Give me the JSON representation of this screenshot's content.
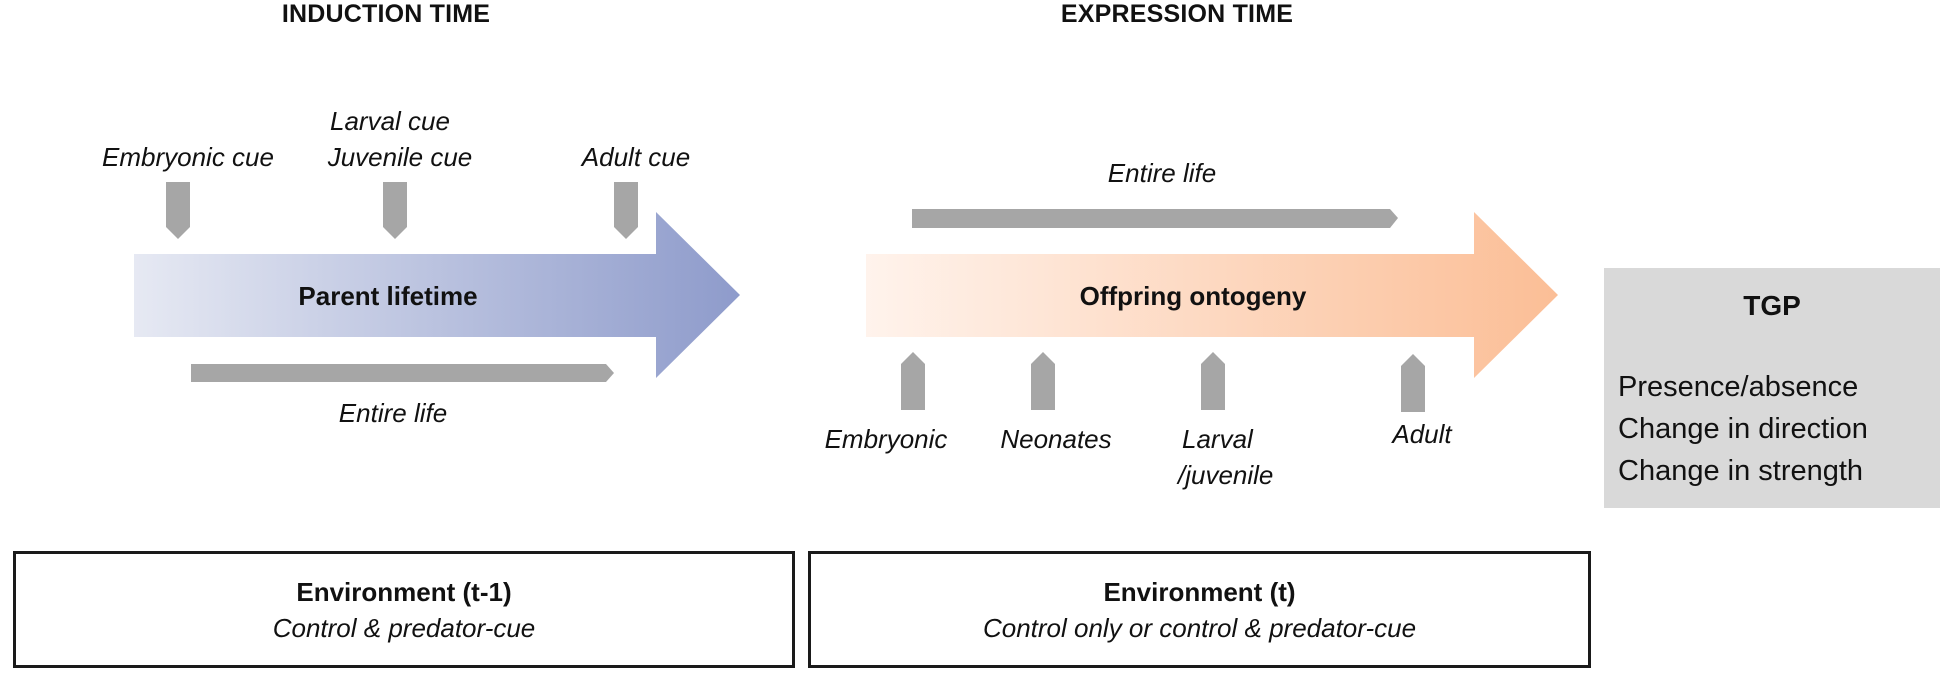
{
  "headers": {
    "induction": "INDUCTION TIME",
    "expression": "EXPRESSION TIME"
  },
  "parent": {
    "arrow_label": "Parent lifetime",
    "cues": [
      "Embryonic cue",
      "Larval cue",
      "Juvenile cue",
      "Adult cue"
    ],
    "entire_life": "Entire life"
  },
  "offspring": {
    "arrow_label": "Offpring ontogeny",
    "entire_life": "Entire life",
    "stages": [
      "Embryonic",
      "Neonates",
      "Larval",
      "/juvenile",
      "Adult"
    ]
  },
  "tgp": {
    "title": "TGP",
    "items": [
      "Presence/absence",
      "Change in direction",
      "Change in strength"
    ]
  },
  "environments": [
    {
      "title": "Environment (t-1)",
      "subtitle": "Control & predator-cue"
    },
    {
      "title": "Environment (t)",
      "subtitle": "Control only or control & predator-cue"
    }
  ],
  "colors": {
    "parent_arrow_start": "#e6e9f3",
    "parent_arrow_end": "#8e9bcb",
    "offspring_arrow_start": "#fff3ec",
    "offspring_arrow_end": "#fbbe96",
    "marker_gray": "#a6a6a6",
    "tgp_box": "#d9d9d9"
  }
}
